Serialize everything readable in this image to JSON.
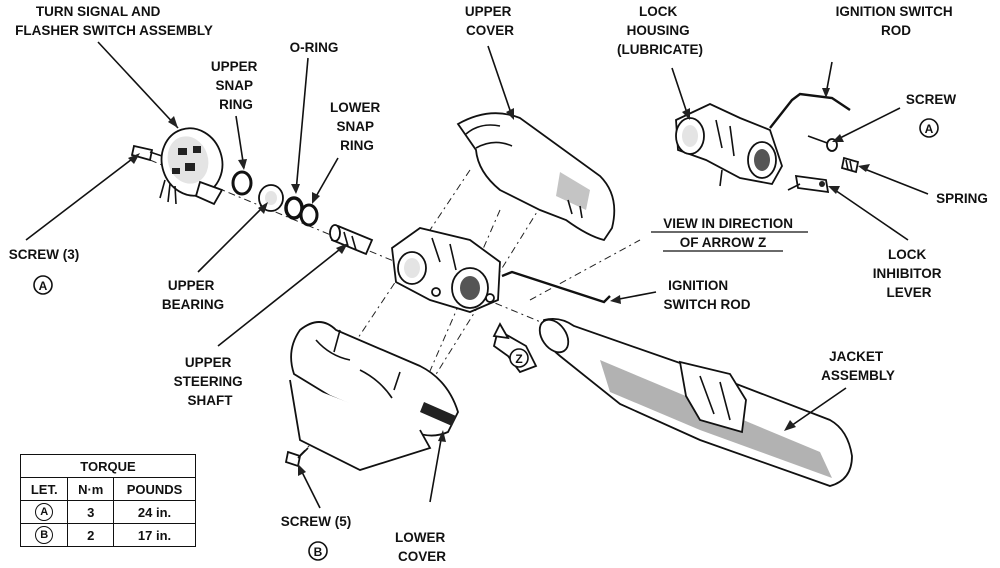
{
  "labels": {
    "turn_signal": [
      "TURN SIGNAL AND",
      "FLASHER SWITCH ASSEMBLY"
    ],
    "upper_snap_ring": [
      "UPPER",
      "SNAP",
      "RING"
    ],
    "o_ring": [
      "O-RING"
    ],
    "lower_snap_ring": [
      "LOWER",
      "SNAP",
      "RING"
    ],
    "upper_cover": [
      "UPPER",
      "COVER"
    ],
    "lock_housing": [
      "LOCK",
      "HOUSING",
      "(LUBRICATE)"
    ],
    "ignition_switch_rod_top": [
      "IGNITION SWITCH",
      "ROD"
    ],
    "screw_top": [
      "SCREW"
    ],
    "spring": [
      "SPRING"
    ],
    "view_direction": [
      "VIEW IN DIRECTION",
      "OF ARROW Z"
    ],
    "lock_inhibitor": [
      "LOCK",
      "INHIBITOR",
      "LEVER"
    ],
    "screw_3": [
      "SCREW (3)"
    ],
    "upper_bearing": [
      "UPPER",
      "BEARING"
    ],
    "ignition_switch_rod": [
      "IGNITION",
      "SWITCH ROD"
    ],
    "upper_steering_shaft": [
      "UPPER",
      "STEERING",
      "SHAFT"
    ],
    "jacket_assembly": [
      "JACKET",
      "ASSEMBLY"
    ],
    "screw_5": [
      "SCREW (5)"
    ],
    "lower_cover": [
      "LOWER",
      "COVER"
    ]
  },
  "callouts": {
    "a_left": "A",
    "a_right": "A",
    "b": "B",
    "z": "Z"
  },
  "torque_table": {
    "title": "TORQUE",
    "headers": [
      "LET.",
      "N·m",
      "POUNDS"
    ],
    "rows": [
      {
        "let": "A",
        "nm": "3",
        "pounds": "24 in."
      },
      {
        "let": "B",
        "nm": "2",
        "pounds": "17 in."
      }
    ]
  }
}
